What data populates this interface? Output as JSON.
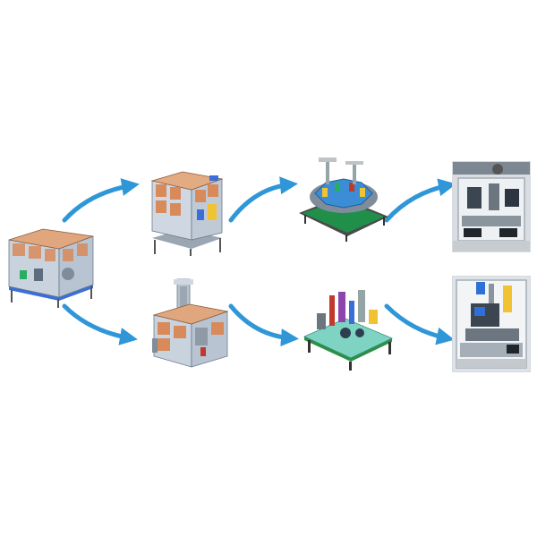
{
  "diagram": {
    "background_color": "#ffffff",
    "arrow_color": "#2f97d8",
    "nodes": [
      {
        "id": "source-machine",
        "kind": "render",
        "label": ""
      },
      {
        "id": "enclosure-machine",
        "kind": "render",
        "label": ""
      },
      {
        "id": "rotary-table-machine",
        "kind": "render",
        "label": ""
      },
      {
        "id": "enclosure-photo",
        "kind": "photo",
        "label": ""
      },
      {
        "id": "press-machine",
        "kind": "render",
        "label": ""
      },
      {
        "id": "fixture-platform-machine",
        "kind": "render",
        "label": ""
      },
      {
        "id": "fixture-photo",
        "kind": "photo",
        "label": ""
      }
    ],
    "edges": [
      {
        "from": "source-machine",
        "to": "enclosure-machine"
      },
      {
        "from": "source-machine",
        "to": "press-machine"
      },
      {
        "from": "enclosure-machine",
        "to": "rotary-table-machine"
      },
      {
        "from": "press-machine",
        "to": "fixture-platform-machine"
      },
      {
        "from": "rotary-table-machine",
        "to": "enclosure-photo"
      },
      {
        "from": "fixture-platform-machine",
        "to": "fixture-photo"
      }
    ]
  }
}
